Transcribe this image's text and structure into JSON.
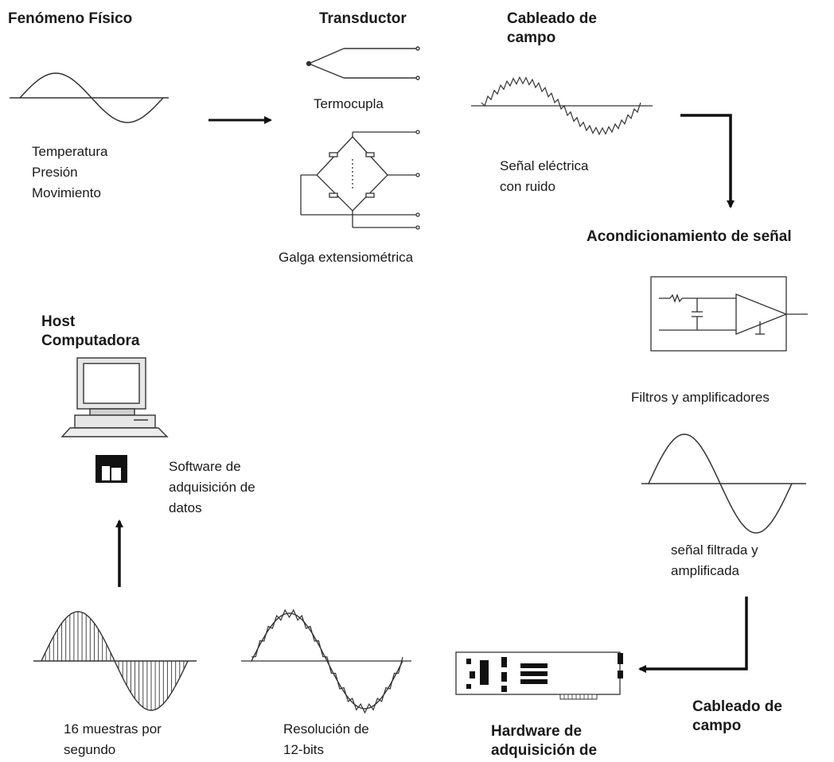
{
  "headings": {
    "phenomenon": "Fenómeno Físico",
    "transducer": "Transductor",
    "field_wiring_top": "Cableado de\ncampo",
    "conditioning": "Acondicionamiento de señal",
    "host": "Host\nComputadora",
    "field_wiring_bottom": "Cableado de\ncampo",
    "daq_hardware": "Hardware de\nadquisición de"
  },
  "labels": {
    "phenomena": "Temperatura\nPresión\nMovimiento",
    "thermocouple": "Termocupla",
    "strain_gauge": "Galga extensiométrica",
    "noisy_signal": "Señal eléctrica\ncon ruido",
    "filters": "Filtros y amplificadores",
    "filtered_signal": "señal filtrada y\namplificada",
    "software": "Software de\nadquisición de\ndatos",
    "sampling": "16 muestras por\nsegundo",
    "resolution": "Resolución de\n12-bits"
  }
}
